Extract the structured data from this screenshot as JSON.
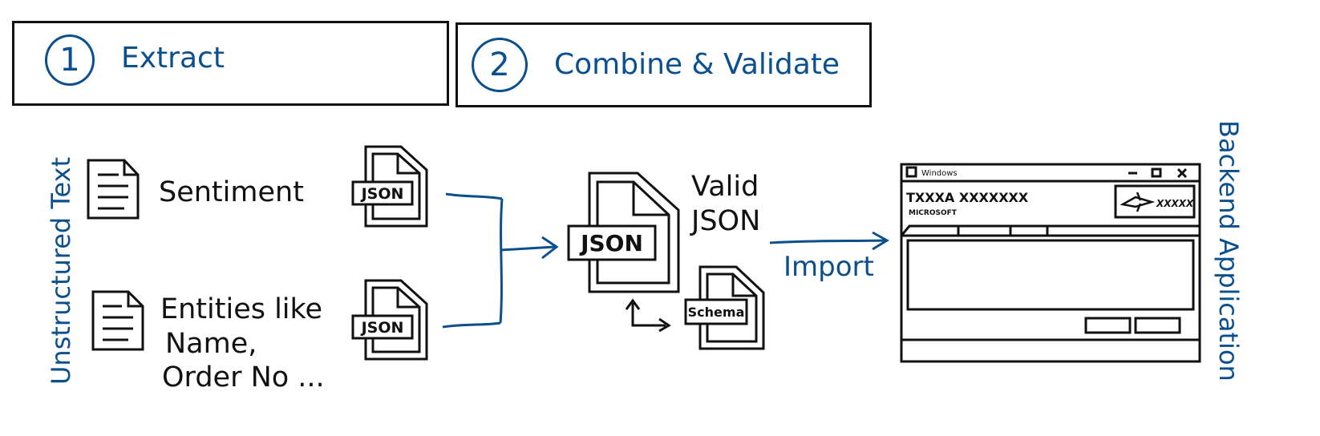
{
  "colors": {
    "accent": "#0b4f8f",
    "ink": "#111111"
  },
  "steps": [
    {
      "number": "1",
      "label": "Extract"
    },
    {
      "number": "2",
      "label": "Combine & Validate"
    }
  ],
  "side_labels": {
    "left": "Unstructured Text",
    "right": "Backend Application"
  },
  "items": [
    {
      "label_lines": [
        "Sentiment"
      ],
      "file_badge": "JSON"
    },
    {
      "label_lines": [
        "Entities like",
        "Name,",
        "Order No ..."
      ],
      "file_badge": "JSON"
    }
  ],
  "combined": {
    "file_badge": "JSON",
    "caption_lines": [
      "Valid",
      "JSON"
    ]
  },
  "schema": {
    "file_badge": "Schema"
  },
  "arrow_label": "Import",
  "app_window": {
    "title": "Windows",
    "line1": "TXXXA XXXXXXX",
    "line2": "MICROSOFT",
    "badge_text": "XXXXX",
    "icons": [
      "plane-icon"
    ]
  }
}
